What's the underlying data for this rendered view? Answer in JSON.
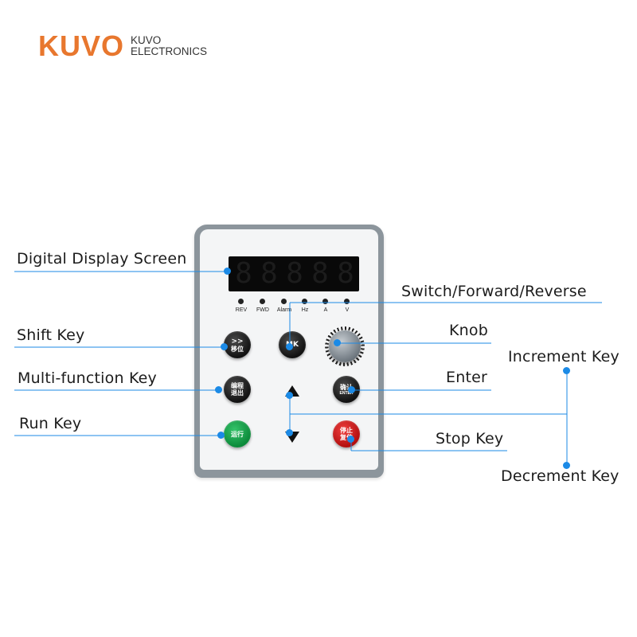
{
  "brand": {
    "logo": "KUVO",
    "name_line1": "KUVO",
    "name_line2": "ELECTRONICS",
    "color": "#e8772e"
  },
  "display": {
    "digits": [
      "8",
      "8",
      "8",
      "8",
      "8"
    ],
    "indicators": [
      "REV",
      "FWD",
      "Alarm",
      "Hz",
      "A",
      "V"
    ]
  },
  "buttons": {
    "shift": {
      "line1": ">>",
      "line2": "移位"
    },
    "mk": {
      "line1": "MK"
    },
    "program": {
      "line1": "编程",
      "line2": "退出"
    },
    "enter": {
      "line1": "确认",
      "line2": "ENTER"
    },
    "run": {
      "line1": "运行"
    },
    "stop": {
      "line1": "停止",
      "line2": "复位"
    },
    "up_icon": "triangle-up-icon",
    "down_icon": "triangle-down-icon"
  },
  "callouts": {
    "digital_display": "Digital Display Screen",
    "switch_fr": "Switch/Forward/Reverse",
    "shift_key": "Shift Key",
    "knob": "Knob",
    "increment_key": "Increment Key",
    "multi_function_key": "Multi-function Key",
    "enter": "Enter",
    "run_key": "Run Key",
    "stop_key": "Stop Key",
    "decrement_key": "Decrement Key",
    "line_color": "#1b8ae6"
  }
}
